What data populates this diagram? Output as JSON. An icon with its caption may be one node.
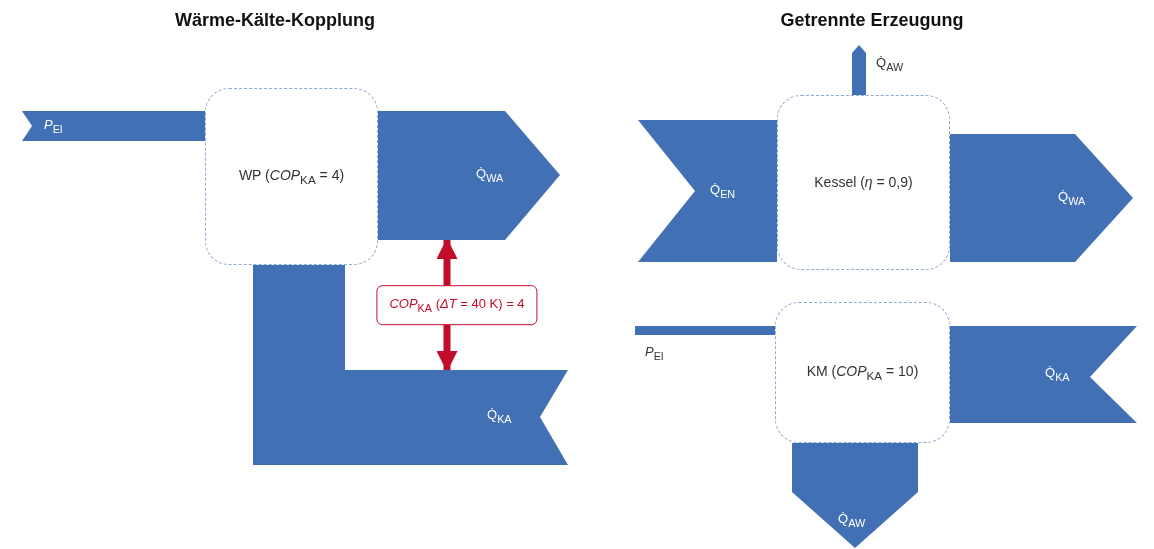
{
  "diagram": {
    "nodes": [
      {
        "text": [
          "WP (*COP*$_{KA}$ = 4)"
        ]
      },
      {
        "text": [
          "*P*$_{El}$"
        ]
      },
      {
        "text": [
          "Q̇$_{WA}$"
        ]
      },
      {
        "text": [
          "Q̇$_{KA}$"
        ]
      },
      {
        "text": [
          "Kessel (*η* = 0,9)"
        ]
      },
      {
        "text": [
          "Q̇$_{EN}$"
        ]
      },
      {
        "text": [
          "Q̇$_{WA}$"
        ]
      },
      {
        "text": [
          "Q̇$_{AW}$"
        ]
      },
      {
        "text": [
          "KM (*COP*$_{KA}$ = 10)"
        ]
      },
      {
        "text": [
          "*P*$_{El}$"
        ]
      },
      {
        "text": [
          "Q̇$_{KA}$"
        ]
      },
      {
        "text": [
          "Q̇$_{AW}$"
        ]
      }
    ],
    "edges": [
      {
        "from": 2,
        "to": 3,
        "arrow": "both",
        "label": "*COP*$_{KA}$ (*ΔT* = 40 K) = 4",
        "color": "#c00d2a"
      }
    ],
    "labels": [
      "Wärme-Kälte-Kopplung",
      "Getrennte Erzeugung"
    ]
  }
}
